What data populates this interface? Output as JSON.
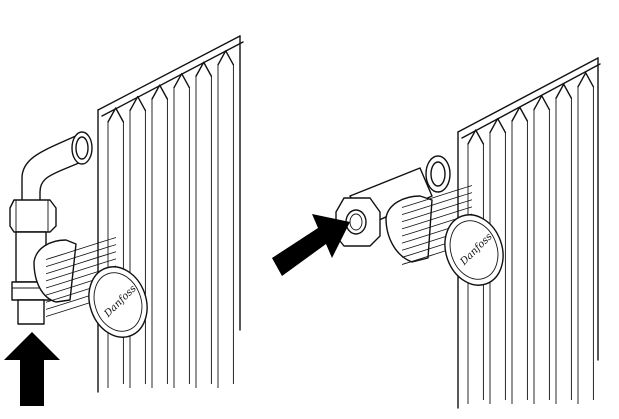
{
  "figure": {
    "panels": [
      {
        "id": "angled",
        "arrow_direction": "up",
        "valve_brand": "Danfoss"
      },
      {
        "id": "straight",
        "arrow_direction": "right-down-diagonal",
        "valve_brand": "Danfoss"
      }
    ],
    "colors": {
      "line": "#111111",
      "background": "#ffffff",
      "arrow_fill": "#000000"
    }
  }
}
